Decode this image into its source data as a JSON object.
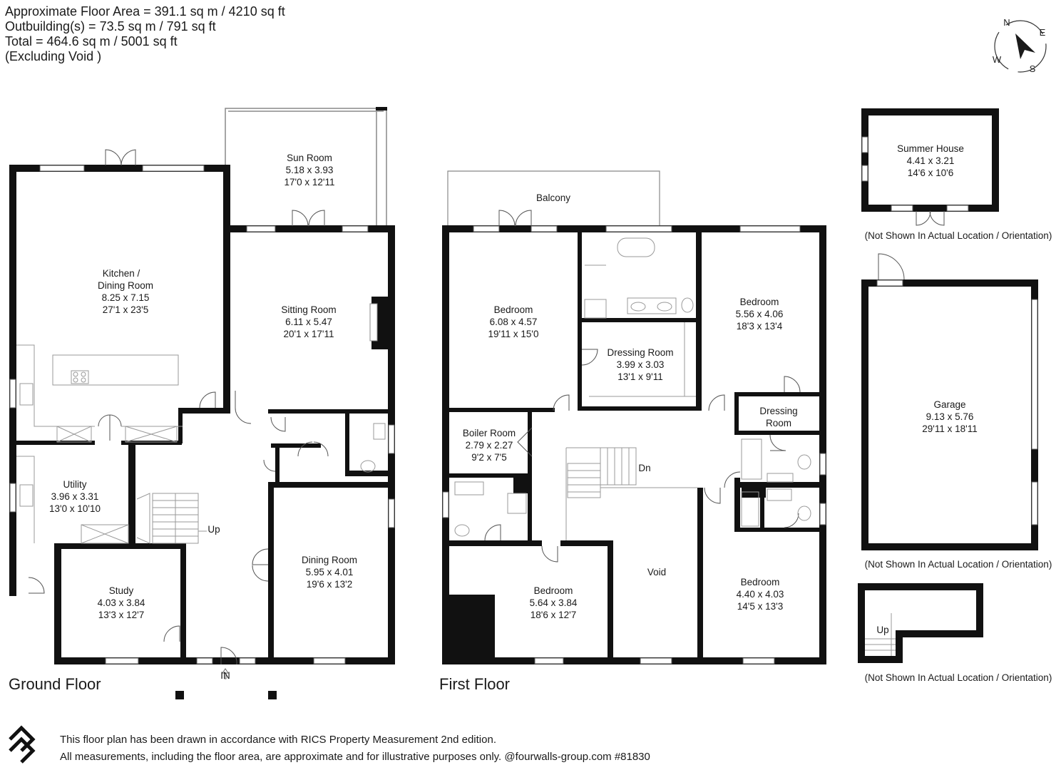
{
  "summary": {
    "floor_area": "Approximate Floor Area = 391.1 sq m / 4210 sq ft",
    "outbuildings": "Outbuilding(s) = 73.5 sq m / 791 sq ft",
    "total": "Total = 464.6 sq m / 5001 sq ft",
    "excluding": "(Excluding Void )"
  },
  "compass": {
    "n": "N",
    "e": "E",
    "s": "S",
    "w": "W"
  },
  "floors": {
    "ground": "Ground Floor",
    "first": "First Floor"
  },
  "rooms": {
    "kitchen": {
      "name1": "Kitchen /",
      "name2": "Dining Room",
      "metric": "8.25 x 7.15",
      "imperial": "27'1 x 23'5"
    },
    "sun_room": {
      "name": "Sun Room",
      "metric": "5.18 x 3.93",
      "imperial": "17'0 x 12'11"
    },
    "sitting_room": {
      "name": "Sitting Room",
      "metric": "6.11 x 5.47",
      "imperial": "20'1 x 17'11"
    },
    "utility": {
      "name": "Utility",
      "metric": "3.96 x 3.31",
      "imperial": "13'0 x 10'10"
    },
    "dining_room": {
      "name": "Dining Room",
      "metric": "5.95 x 4.01",
      "imperial": "19'6 x 13'2"
    },
    "study": {
      "name": "Study",
      "metric": "4.03 x 3.84",
      "imperial": "13'3 x 12'7"
    },
    "balcony": {
      "name": "Balcony"
    },
    "bedroom_main": {
      "name": "Bedroom",
      "metric": "6.08 x 4.57",
      "imperial": "19'11 x 15'0"
    },
    "dressing_room_main": {
      "name": "Dressing Room",
      "metric": "3.99 x 3.03",
      "imperial": "13'1 x 9'11"
    },
    "bedroom_2": {
      "name": "Bedroom",
      "metric": "5.56 x 4.06",
      "imperial": "18'3 x 13'4"
    },
    "boiler_room": {
      "name": "Boiler Room",
      "metric": "2.79 x 2.27",
      "imperial": "9'2 x 7'5"
    },
    "dressing_room_2": {
      "name1": "Dressing",
      "name2": "Room"
    },
    "bedroom_3": {
      "name": "Bedroom",
      "metric": "5.64 x 3.84",
      "imperial": "18'6 x 12'7"
    },
    "void": {
      "name": "Void"
    },
    "bedroom_4": {
      "name": "Bedroom",
      "metric": "4.40 x 4.03",
      "imperial": "14'5 x 13'3"
    },
    "summer_house": {
      "name": "Summer House",
      "metric": "4.41 x 3.21",
      "imperial": "14'6 x 10'6"
    },
    "garage": {
      "name": "Garage",
      "metric": "9.13 x 5.76",
      "imperial": "29'11 x 18'11"
    }
  },
  "markers": {
    "up_ground": "Up",
    "in": "IN",
    "down": "Dn",
    "up_outbuilding": "Up"
  },
  "notes": {
    "not_shown_1": "(Not Shown In Actual Location / Orientation)",
    "not_shown_2": "(Not Shown In Actual Location / Orientation)",
    "not_shown_3": "(Not Shown In Actual Location / Orientation)"
  },
  "disclaimer": {
    "line1": "This floor plan has been drawn in accordance with RICS Property Measurement 2nd edition.",
    "line2": "All measurements, including the floor area, are approximate and for illustrative purposes only. @fourwalls-group.com #81830"
  },
  "colors": {
    "wall": "#111111",
    "thin_line": "#9a9a9a",
    "window": "#ffffff"
  }
}
